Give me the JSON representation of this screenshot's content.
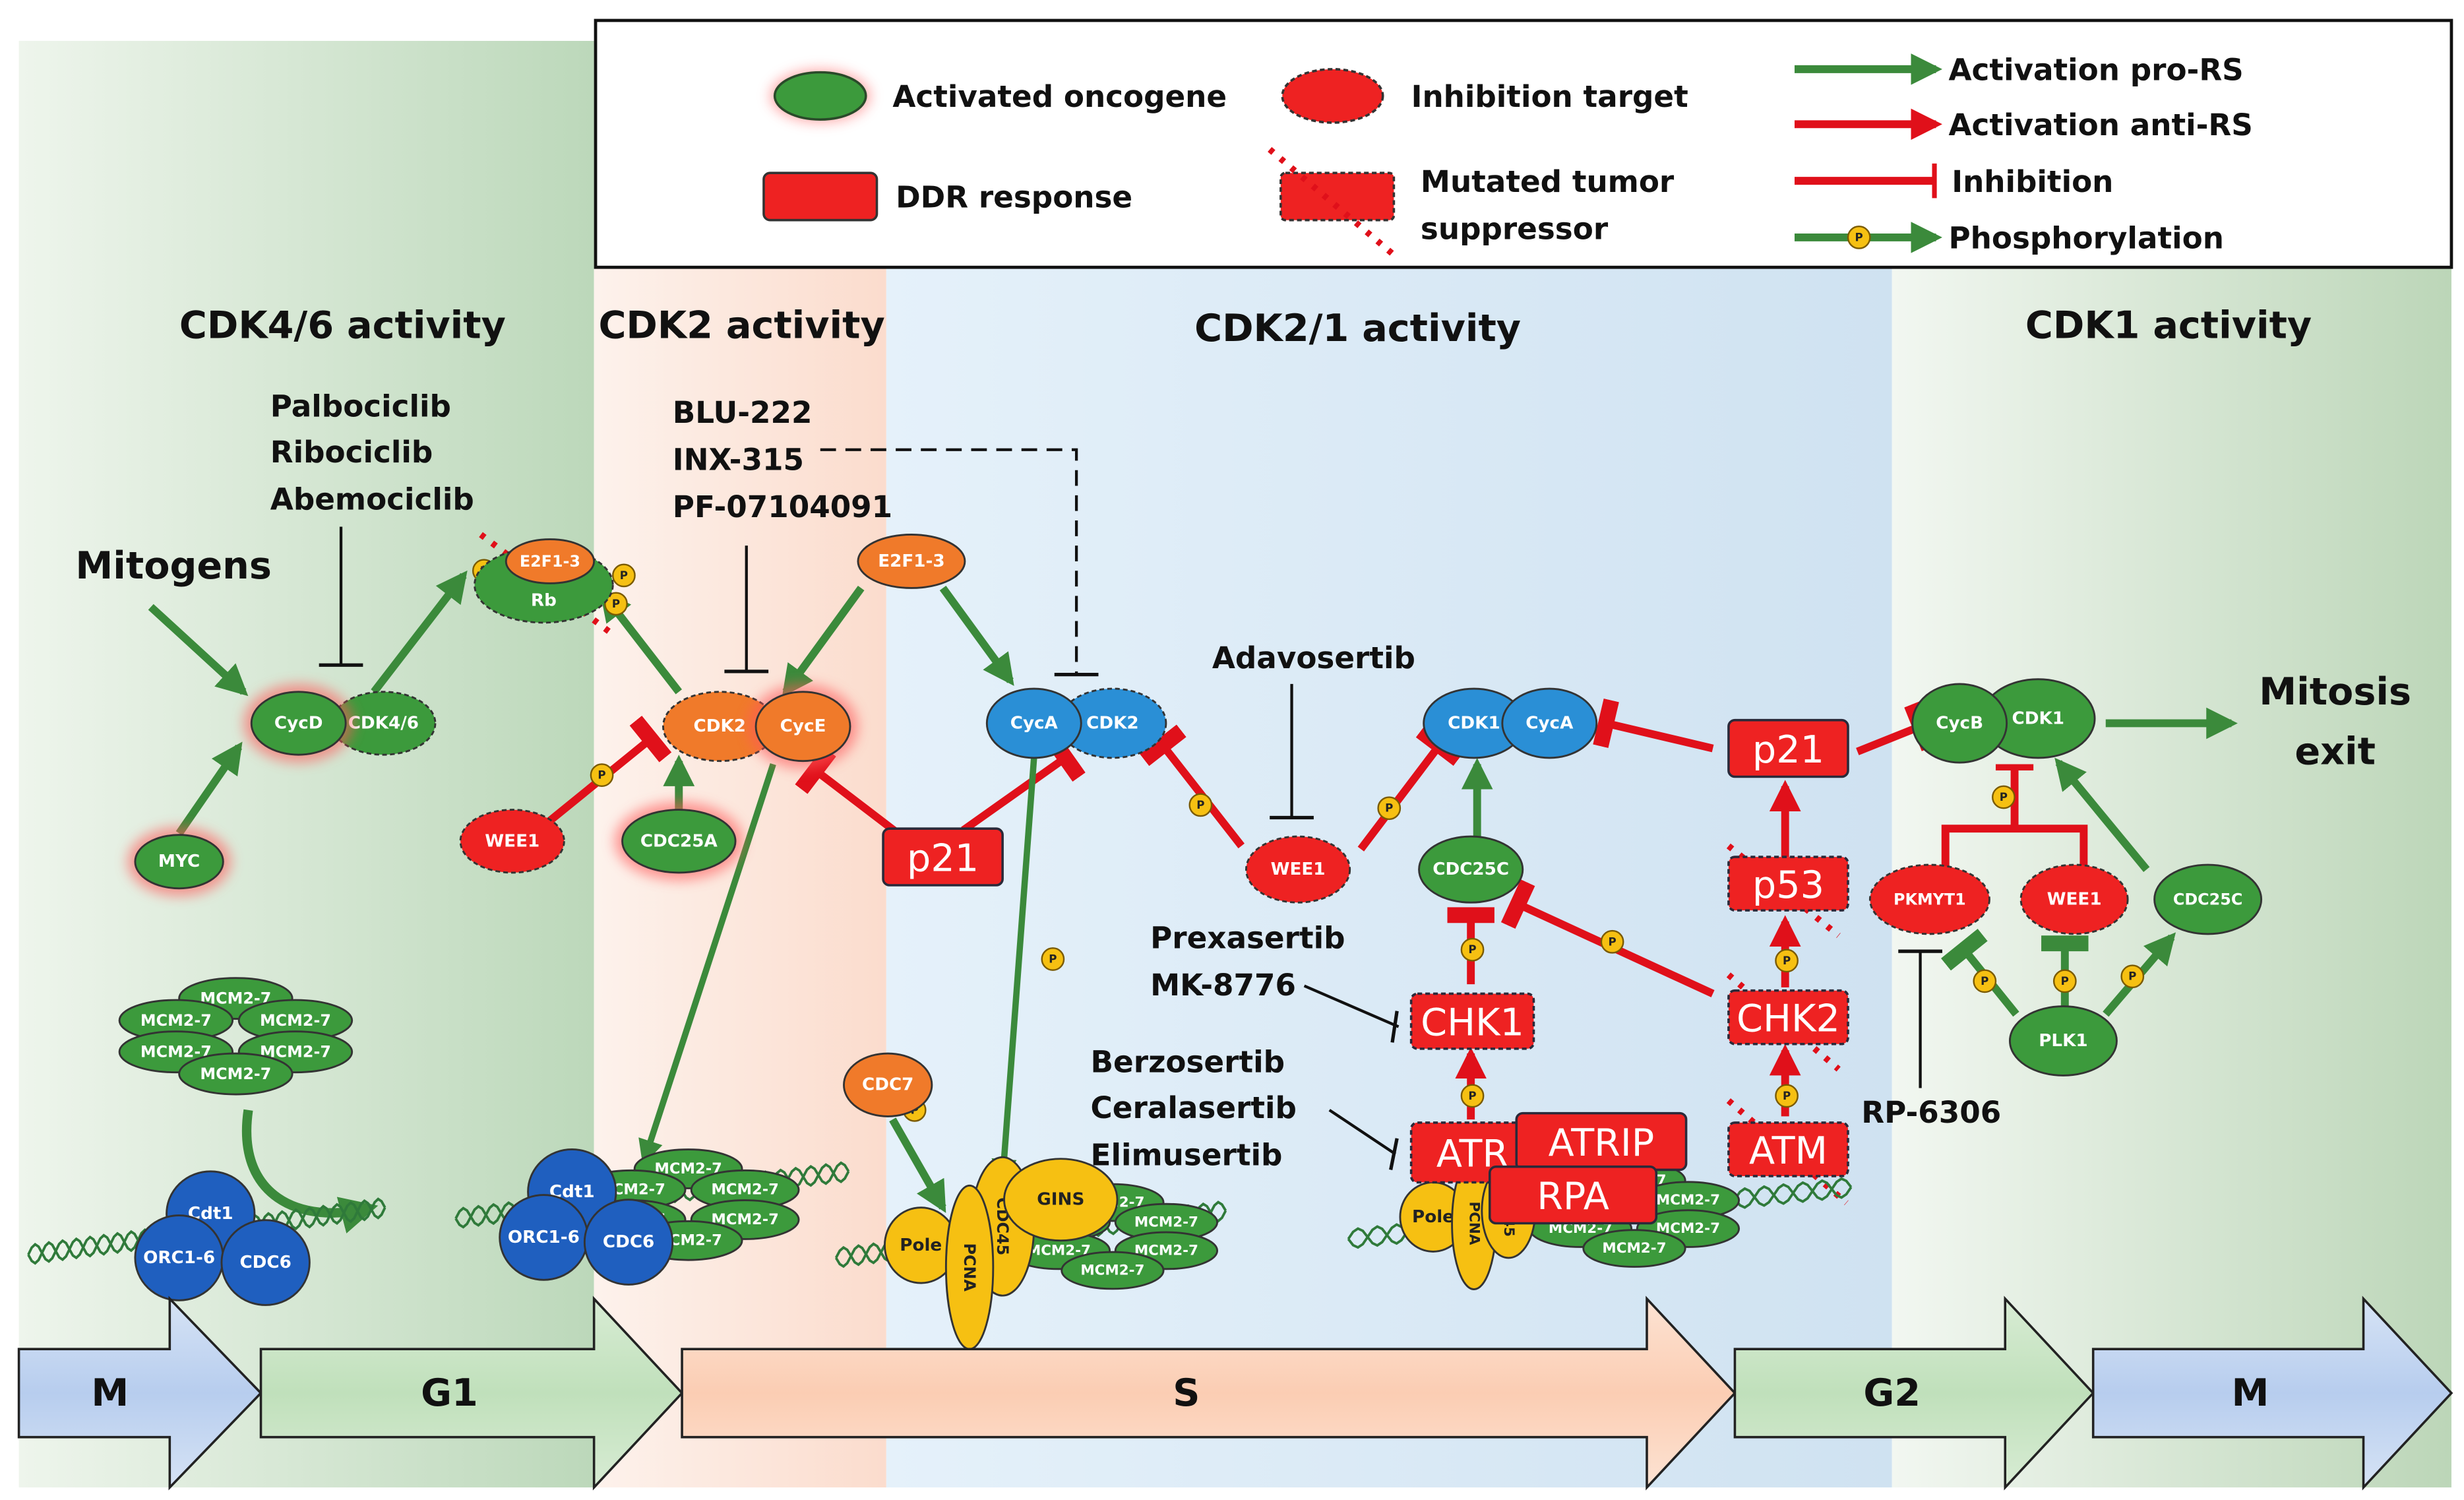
{
  "colors": {
    "green_node": "#3c9a3c",
    "orange_node": "#f07a2a",
    "blue_node": "#2a8fd6",
    "dark_blue_node": "#1f5fbf",
    "red_node": "#ee2222",
    "yellow_node": "#f6c012",
    "arrow_green": "#3b8a3b",
    "arrow_red": "#e0101a",
    "panel_g1": "#c2dbc0",
    "panel_s_early": "#fbe4da",
    "panel_s": "#d9e9f5",
    "panel_g2": "#c2dbc0"
  },
  "legend": {
    "activated_oncogene": "Activated oncogene",
    "inhibition_target": "Inhibition target",
    "ddr_response": "DDR response",
    "mutated_tumor_suppressor_1": "Mutated tumor",
    "mutated_tumor_suppressor_2": "suppressor",
    "activation_pro_rs": "Activation pro-RS",
    "activation_anti_rs": "Activation anti-RS",
    "inhibition": "Inhibition",
    "phosphorylation": "Phosphorylation",
    "p_symbol": "P"
  },
  "sections": {
    "cdk46": "CDK4/6 activity",
    "cdk2": "CDK2 activity",
    "cdk21": "CDK2/1 activity",
    "cdk1": "CDK1 activity"
  },
  "drugs": {
    "cdk46": [
      "Palbociclib",
      "Ribociclib",
      "Abemociclib"
    ],
    "cdk2": [
      "BLU-222",
      "INX-315",
      "PF-07104091"
    ],
    "wee1": "Adavosertib",
    "chk1": [
      "Prexasertib",
      "MK-8776"
    ],
    "atr": [
      "Berzosertib",
      "Ceralasertib",
      "Elimusertib"
    ],
    "pkmyt1": "RP-6306"
  },
  "labels": {
    "mitogens": "Mitogens",
    "mitosis_exit_1": "Mitosis",
    "mitosis_exit_2": "exit"
  },
  "nodes": {
    "myc": "MYC",
    "cycd": "CycD",
    "cdk46": "CDK4/6",
    "e2f_rb_e2f": "E2F1-3",
    "e2f_rb_rb": "Rb",
    "wee1_g1": "WEE1",
    "cdc25a": "CDC25A",
    "cdk2_g1": "CDK2",
    "cyce": "CycE",
    "e2f_s": "E2F1-3",
    "cyca_s": "CycA",
    "cdk2_s": "CDK2",
    "p21_s": "p21",
    "wee1_s": "WEE1",
    "cdk1_s": "CDK1",
    "cyca_s2": "CycA",
    "cdc25c_s": "CDC25C",
    "chk1": "CHK1",
    "atr": "ATR",
    "atrip": "ATRIP",
    "rpa": "RPA",
    "p21_g2": "p21",
    "p53": "p53",
    "chk2": "CHK2",
    "atm": "ATM",
    "cycb": "CycB",
    "cdk1_g2": "CDK1",
    "pkmyt1": "PKMYT1",
    "wee1_g2": "WEE1",
    "cdc25c_g2": "CDC25C",
    "plk1": "PLK1",
    "cdc7": "CDC7",
    "pole": "Pole",
    "pcna": "PCNA",
    "cdc45": "CDC45",
    "gins": "GINS",
    "mcm": "MCM2-7",
    "cdt1": "Cdt1",
    "orc": "ORC1-6",
    "cdc6": "CDC6"
  },
  "phases": [
    "M",
    "G1",
    "S",
    "G2",
    "M"
  ]
}
